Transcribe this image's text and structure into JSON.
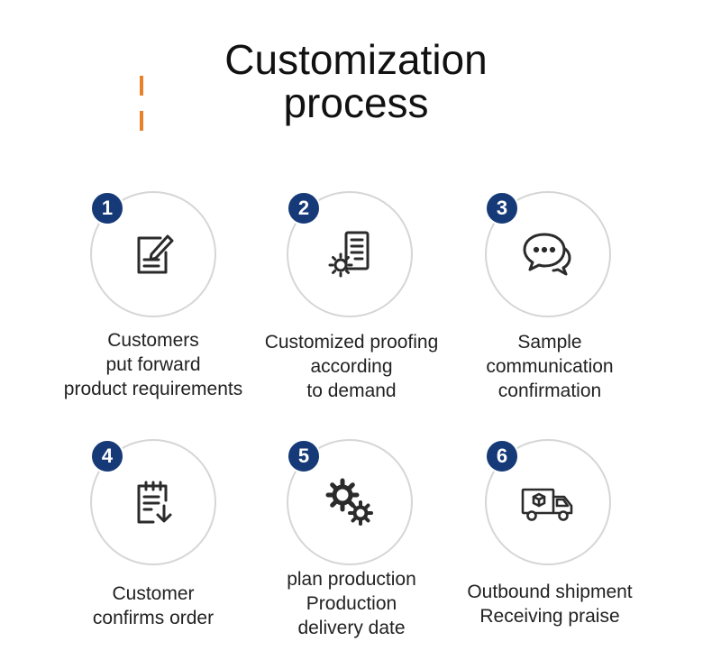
{
  "title": {
    "line1": "Customization",
    "line2": "process"
  },
  "colors": {
    "accent": "#e8822a",
    "badge": "#163a78",
    "circle_border": "#d6d6d6",
    "icon": "#2b2b2b"
  },
  "steps": [
    {
      "number": "1",
      "icon": "edit-document-icon",
      "lines": [
        "Customers",
        "put forward",
        "product requirements"
      ]
    },
    {
      "number": "2",
      "icon": "gear-document-icon",
      "lines": [
        "Customized proofing",
        "according",
        "to demand"
      ]
    },
    {
      "number": "3",
      "icon": "chat-bubbles-icon",
      "lines": [
        "Sample",
        "communication",
        "confirmation"
      ]
    },
    {
      "number": "4",
      "icon": "clipboard-download-icon",
      "lines": [
        "Customer",
        "confirms order"
      ]
    },
    {
      "number": "5",
      "icon": "gears-icon",
      "lines": [
        "plan production",
        "Production",
        "delivery date"
      ]
    },
    {
      "number": "6",
      "icon": "delivery-truck-icon",
      "lines": [
        "Outbound shipment",
        "Receiving praise"
      ]
    }
  ]
}
